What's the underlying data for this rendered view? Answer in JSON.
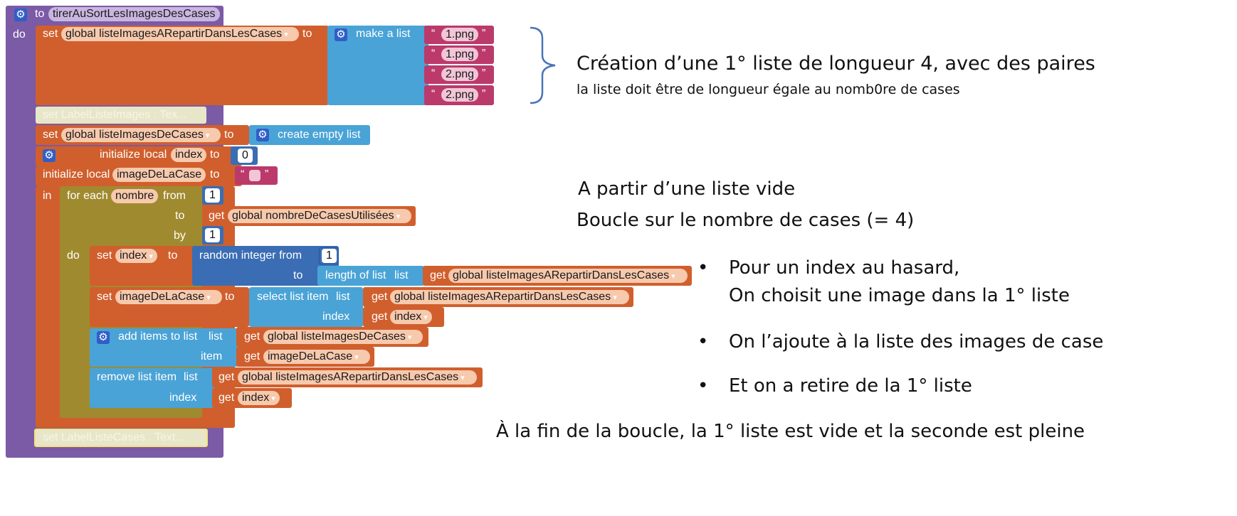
{
  "procedure": {
    "to_kw": "to",
    "name": "tirerAuSortLesImagesDesCases",
    "do_kw": "do"
  },
  "set1": {
    "set_kw": "set",
    "var": "global listeImagesARepartirDansLesCases",
    "to_kw": "to",
    "make_list": "make a list",
    "items": [
      "1.png",
      "1.png",
      "2.png",
      "2.png"
    ]
  },
  "label1": "set  LabelListeImages . Tex...",
  "set2": {
    "set_kw": "set",
    "var": "global listeImagesDeCases",
    "to_kw": "to",
    "empty": "create empty list"
  },
  "local1": {
    "kw": "initialize local",
    "name": "index",
    "to_kw": "to",
    "value": "0"
  },
  "local2": {
    "kw": "initialize local",
    "name": "imageDeLaCase",
    "to_kw": "to"
  },
  "in_kw": "in",
  "foreach": {
    "kw": "for each",
    "var": "nombre",
    "from_kw": "from",
    "from_val": "1",
    "to_kw": "to",
    "get_kw": "get",
    "to_var": "global nombreDeCasesUtilisées",
    "by_kw": "by",
    "by_val": "1",
    "do_kw": "do"
  },
  "set_index": {
    "set_kw": "set",
    "var": "index",
    "to_kw": "to",
    "random": "random integer from",
    "from_val": "1",
    "to_kw2": "to",
    "length": "length of list",
    "list_kw": "list",
    "get_kw": "get",
    "get_var": "global listeImagesARepartirDansLesCases"
  },
  "set_image": {
    "set_kw": "set",
    "var": "imageDeLaCase",
    "to_kw": "to",
    "select": "select list item",
    "list_kw": "list",
    "get_kw": "get",
    "list_var": "global listeImagesARepartirDansLesCases",
    "index_kw": "index",
    "index_var": "index"
  },
  "add_items": {
    "kw": "add items to list",
    "list_kw": "list",
    "get_kw": "get",
    "list_var": "global listeImagesDeCases",
    "item_kw": "item",
    "item_var": "imageDeLaCase"
  },
  "remove": {
    "kw": "remove list item",
    "list_kw": "list",
    "get_kw": "get",
    "list_var": "global listeImagesARepartirDansLesCases",
    "index_kw": "index",
    "index_var": "index"
  },
  "label2": "set  LabelListeCases . Text...",
  "annotations": {
    "a1_line1": "Création d’une 1° liste de longueur 4, avec des paires",
    "a1_line2": "la liste doit être de longueur égale au nomb0re de cases",
    "a2_line1": "A partir d’une liste vide",
    "a2_line2": "Boucle sur le nombre de cases (= 4)",
    "b1_line1": "Pour un index au hasard,",
    "b1_line2": "On choisit une image dans la 1° liste",
    "b2": "On l’ajoute à la liste des images de case",
    "b3": "Et on a retire de la 1° liste",
    "final": "À la fin de la boucle, la 1° liste est vide et la seconde est pleine",
    "bullet": "•"
  },
  "colors": {
    "procedure": "#7b5aa6",
    "variable": "#d05f2d",
    "list": "#4aa3d6",
    "math": "#3a6db4",
    "text": "#bb3a6b",
    "control": "#a08a2f",
    "disabled": "#e8e6c8"
  }
}
